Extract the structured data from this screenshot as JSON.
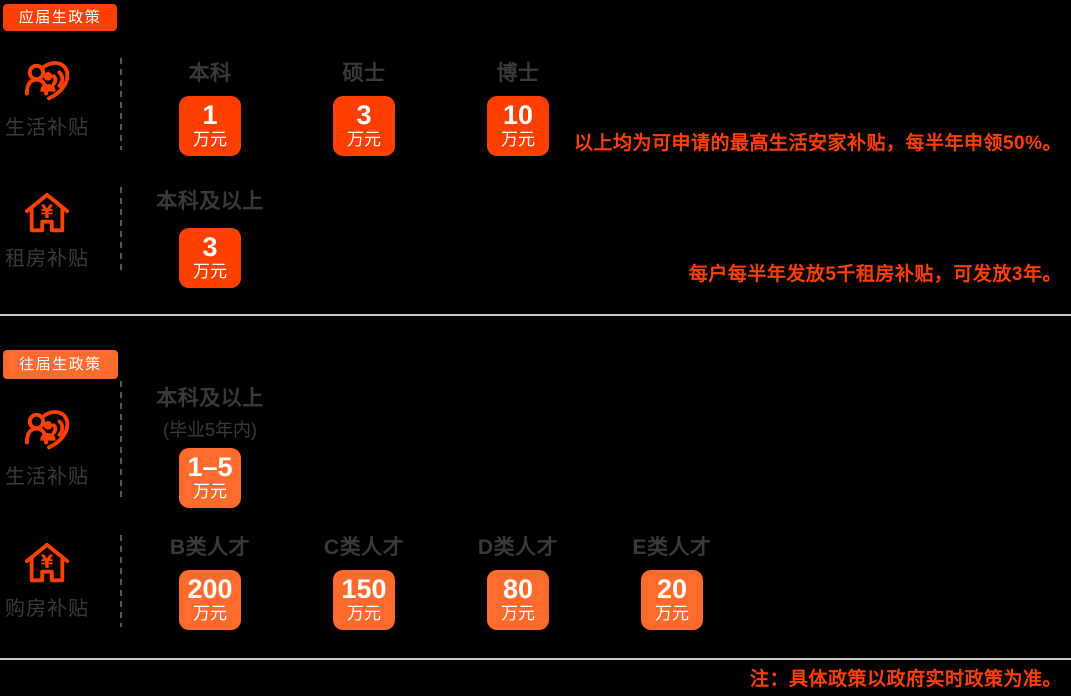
{
  "colors": {
    "background": "#000000",
    "primary_red_orange": "#FF4000",
    "secondary_orange": "#FF6B2D",
    "dark_text": "#3A3A3A",
    "divider_gray": "#C6C6C6",
    "dash_gray": "#565656"
  },
  "sections": [
    {
      "tag": "应届生政策",
      "rows": [
        {
          "label": "生活补贴",
          "icon": "people-care-icon",
          "columns": [
            {
              "header": "本科",
              "value": "1",
              "unit": "万元"
            },
            {
              "header": "硕士",
              "value": "3",
              "unit": "万元"
            },
            {
              "header": "博士",
              "value": "10",
              "unit": "万元"
            }
          ],
          "annotation": "以上均为可申请的最高生活安家补贴，每半年申领50%。"
        },
        {
          "label": "租房补贴",
          "icon": "house-yuan-icon",
          "columns": [
            {
              "header": "本科及以上",
              "value": "3",
              "unit": "万元"
            }
          ],
          "annotation": "每户每半年发放5千租房补贴，可发放3年。"
        }
      ]
    },
    {
      "tag": "往届生政策",
      "rows": [
        {
          "label": "生活补贴",
          "icon": "people-care-icon",
          "columns": [
            {
              "header": "本科及以上",
              "subheader": "(毕业5年内)",
              "value": "1–5",
              "unit": "万元"
            }
          ]
        },
        {
          "label": "购房补贴",
          "icon": "house-yuan-icon",
          "columns": [
            {
              "header": "B类人才",
              "value": "200",
              "unit": "万元"
            },
            {
              "header": "C类人才",
              "value": "150",
              "unit": "万元"
            },
            {
              "header": "D类人才",
              "value": "80",
              "unit": "万元"
            },
            {
              "header": "E类人才",
              "value": "20",
              "unit": "万元"
            }
          ]
        }
      ]
    }
  ],
  "note": "注：具体政策以政府实时政策为准。"
}
